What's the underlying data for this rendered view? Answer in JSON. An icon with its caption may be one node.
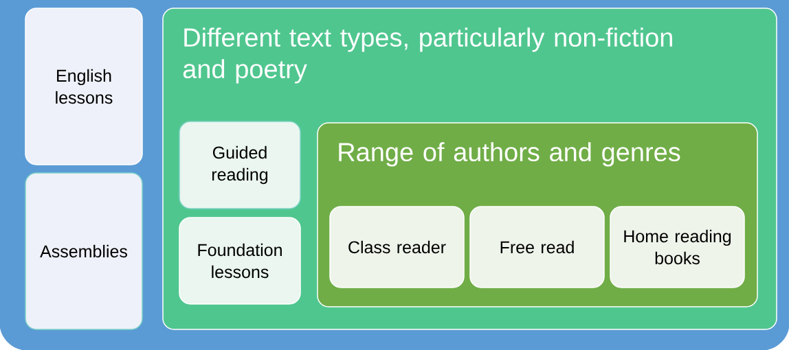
{
  "diagram": {
    "nodes": [
      {
        "text": [],
        "shape": "box"
      },
      {
        "text": [
          "English lessons"
        ],
        "in": 0
      },
      {
        "text": [
          "Assemblies"
        ],
        "in": 0
      },
      {
        "text": [
          "Different text types, particularly non-fiction and poetry"
        ],
        "in": 0
      },
      {
        "text": [
          "Guided reading"
        ],
        "in": 3
      },
      {
        "text": [
          "Foundation lessons"
        ],
        "in": 3
      },
      {
        "text": [
          "Range of authors and genres"
        ],
        "in": 3
      },
      {
        "text": [
          "Class reader"
        ],
        "in": 6
      },
      {
        "text": [
          "Free read"
        ],
        "in": 6
      },
      {
        "text": [
          "Home reading books"
        ],
        "in": 6
      }
    ]
  }
}
